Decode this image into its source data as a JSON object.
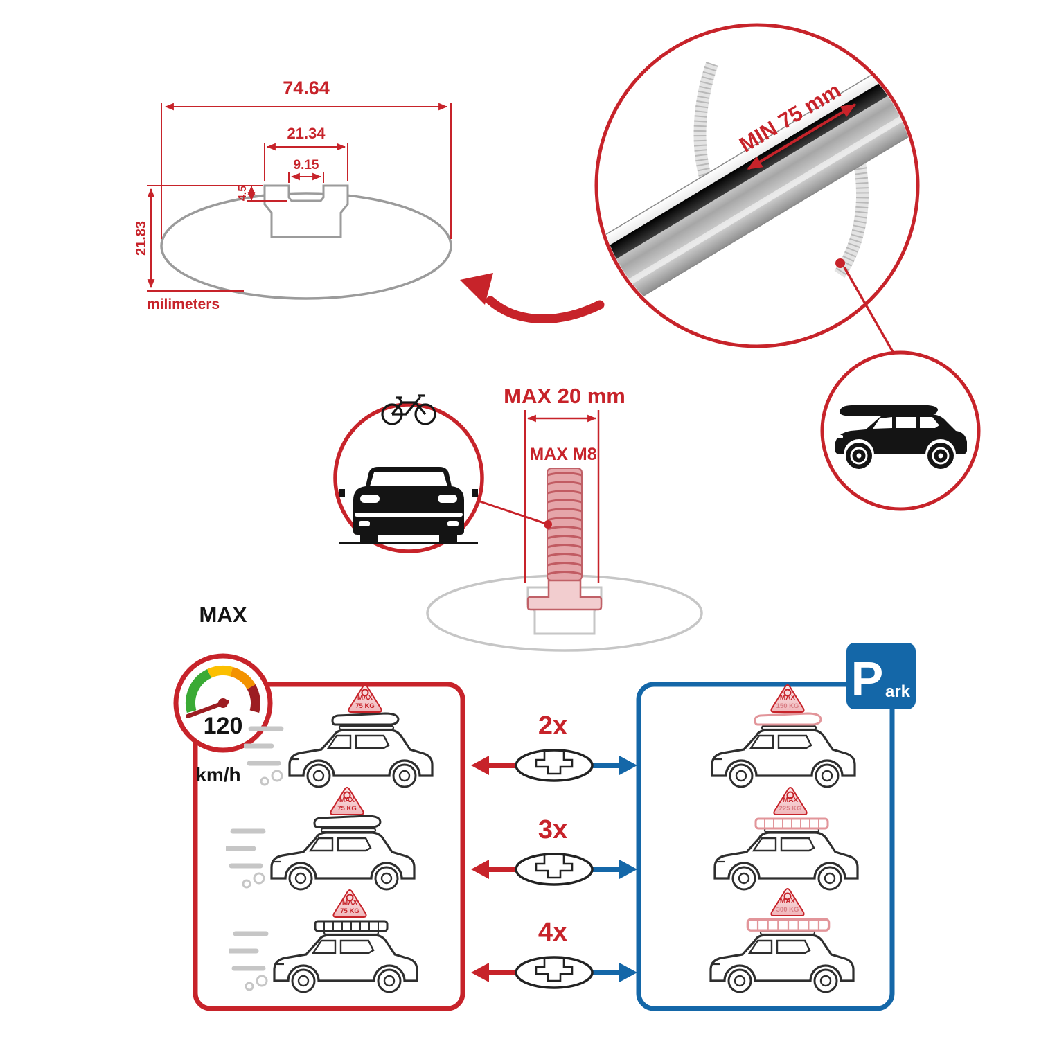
{
  "colors": {
    "red": "#c7232a",
    "blue": "#1467a8",
    "pink": "#e2959a",
    "gray": "#9b9b9b",
    "gauge_green": "#3aaa35",
    "gauge_yellow": "#fbbf00",
    "gauge_orange": "#f39200",
    "gauge_dark_red": "#9c1d22"
  },
  "dimensions": {
    "total_width": "74.64",
    "slot_outer_width": "21.34",
    "slot_inner_width": "9.15",
    "slot_depth": "4.5",
    "total_height": "21.83",
    "units": "milimeters"
  },
  "crossbar": {
    "min_span": "MIN 75 mm"
  },
  "bolt": {
    "max_size": "MAX 20 mm",
    "max_thread": "MAX M8"
  },
  "speedometer": {
    "label": "MAX",
    "value": "120",
    "unit": "km/h"
  },
  "quantities": [
    "2x",
    "3x",
    "4x"
  ],
  "driving": {
    "cars": [
      {
        "max": "MAX",
        "weight": "75 KG"
      },
      {
        "max": "MAX",
        "weight": "75 KG"
      },
      {
        "max": "MAX",
        "weight": "75 KG"
      }
    ]
  },
  "parking": {
    "sign_p": "P",
    "sign_ark": "ark",
    "cars": [
      {
        "max": "MAX",
        "weight": "150 KG"
      },
      {
        "max": "MAX",
        "weight": "225 KG"
      },
      {
        "max": "MAX",
        "weight": "300 KG"
      }
    ]
  }
}
